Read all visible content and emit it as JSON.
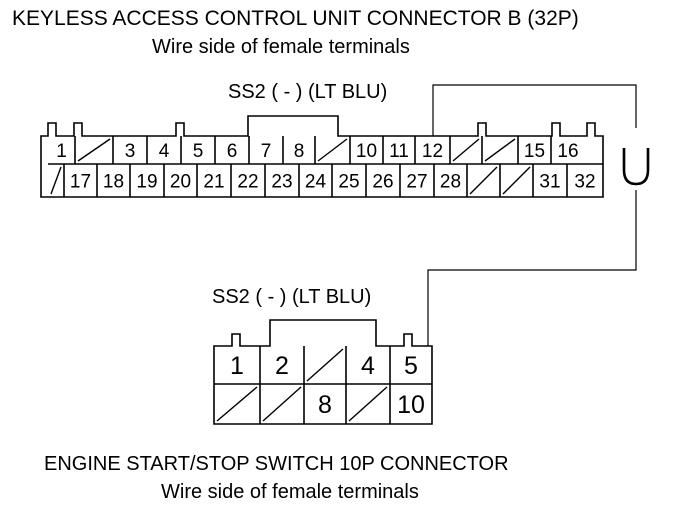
{
  "header": {
    "title": "KEYLESS ACCESS CONTROL UNIT CONNECTOR B (32P)",
    "subtitle": "Wire side of female terminals"
  },
  "connector_b": {
    "wire_label": "SS2 ( - ) (LT BLU)",
    "row1": [
      "1",
      "",
      "3",
      "4",
      "5",
      "6",
      "7",
      "8",
      "",
      "10",
      "11",
      "12",
      "",
      "",
      "15",
      "16"
    ],
    "row2": [
      "",
      "17",
      "18",
      "19",
      "20",
      "21",
      "22",
      "23",
      "24",
      "25",
      "26",
      "27",
      "28",
      "",
      "",
      "31",
      "32"
    ]
  },
  "switch_connector": {
    "wire_label": "SS2 ( - ) (LT BLU)",
    "row1": [
      "1",
      "2",
      "",
      "4",
      "5"
    ],
    "row2": [
      "",
      "",
      "8",
      "",
      "10"
    ],
    "title": "ENGINE START/STOP SWITCH 10P CONNECTOR",
    "subtitle": "Wire side of female terminals"
  }
}
